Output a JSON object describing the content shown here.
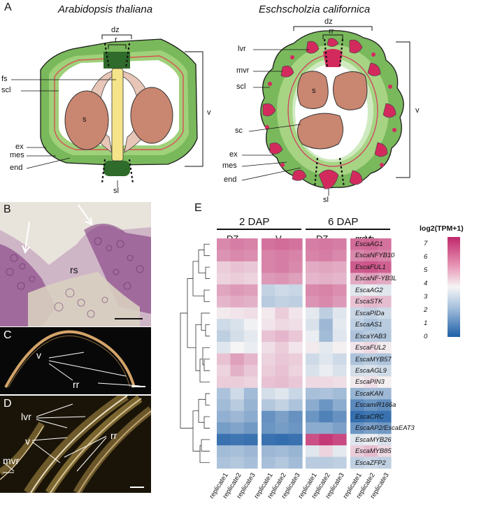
{
  "panel_labels": {
    "a": "A",
    "b": "B",
    "c": "C",
    "d": "D",
    "e": "E"
  },
  "panelA": {
    "species_left": "Arabidopsis thaliana",
    "species_right": "Eschscholzia californica",
    "left_labels": {
      "dz": "dz",
      "r": "r",
      "fs": "fs",
      "scl": "scl",
      "s": "s",
      "ex": "ex",
      "mes": "mes",
      "end": "end",
      "sl": "sl",
      "v": "v"
    },
    "right_labels": {
      "dz": "dz",
      "rr": "rr",
      "lvr": "lvr",
      "mvr": "mvr",
      "scl": "scl",
      "s": "s",
      "sc": "sc",
      "ex": "ex",
      "mes": "mes",
      "end": "end",
      "sl": "sl",
      "v": "v"
    }
  },
  "panelB": {
    "rs": "rs"
  },
  "panelC": {
    "v": "v",
    "rr": "rr"
  },
  "panelD": {
    "lvr": "lvr",
    "v": "v",
    "mvr": "mvr",
    "rr": "rr"
  },
  "heatmap": {
    "stage_labels": [
      "2 DAP",
      "6 DAP"
    ],
    "group_header": "group",
    "tissue_labels": [
      "DZ",
      "V",
      "DZ",
      "V"
    ],
    "legend_title": "log2(TPM+1)",
    "legend_ticks": [
      "7",
      "6",
      "5",
      "4",
      "3",
      "2",
      "1",
      "0"
    ],
    "colors": {
      "high": "#c0286b",
      "mid": "#f5f5f5",
      "low": "#1e5fa6"
    }
  },
  "chart_data": {
    "type": "heatmap",
    "value_label": "log2(TPM+1)",
    "range": [
      0,
      7.5
    ],
    "columns": [
      "2 DAP DZ replicate1",
      "2 DAP DZ replicate2",
      "2 DAP DZ replicate3",
      "2 DAP V replicate1",
      "2 DAP V replicate2",
      "2 DAP V replicate3",
      "6 DAP DZ replicate1",
      "6 DAP DZ replicate2",
      "6 DAP DZ replicate3",
      "6 DAP V replicate1",
      "6 DAP V replicate2",
      "6 DAP V replicate3"
    ],
    "column_labels": [
      "replicate1",
      "replicate2",
      "replicate3",
      "replicate1",
      "replicate2",
      "replicate3",
      "replicate1",
      "replicate2",
      "replicate3",
      "replicate1",
      "replicate2",
      "replicate3"
    ],
    "rows": [
      "EscaAG1",
      "EscaNFYB10",
      "EscaFUL1",
      "EscaNF-YB3L",
      "EscaAG2",
      "EscaSTK",
      "EscaPIDa",
      "EscaAS1",
      "EscaYAB3",
      "EscaFUL2",
      "EscaMYB57",
      "EscaAGL9",
      "EscaPIN3",
      "EscaKAN",
      "EscamiR166a",
      "EscaCRC",
      "EscaAP2/EscaEAT3",
      "EscaMYB26",
      "EscaMYB85",
      "EscaZFP2"
    ],
    "values": [
      [
        5.8,
        6.0,
        5.9,
        6.2,
        6.3,
        6.2,
        6.0,
        6.1,
        6.0,
        6.3,
        6.4,
        6.2
      ],
      [
        5.6,
        5.8,
        5.7,
        5.9,
        6.0,
        5.9,
        5.9,
        6.0,
        5.8,
        5.8,
        6.0,
        5.9
      ],
      [
        4.6,
        4.8,
        4.7,
        5.9,
        6.0,
        5.8,
        5.2,
        5.3,
        5.2,
        6.6,
        6.7,
        6.5
      ],
      [
        4.5,
        4.6,
        4.5,
        5.5,
        5.6,
        5.4,
        5.0,
        5.1,
        5.0,
        5.2,
        5.4,
        5.2
      ],
      [
        5.3,
        5.5,
        5.4,
        3.0,
        3.2,
        3.1,
        5.8,
        5.9,
        5.7,
        3.5,
        3.7,
        3.5
      ],
      [
        5.0,
        5.2,
        5.1,
        2.8,
        3.0,
        2.9,
        5.6,
        5.8,
        5.5,
        4.8,
        5.0,
        4.9
      ],
      [
        4.1,
        4.2,
        4.3,
        4.1,
        4.6,
        4.2,
        3.6,
        2.9,
        3.5,
        3.1,
        3.0,
        3.2
      ],
      [
        3.2,
        3.4,
        3.8,
        4.2,
        4.4,
        4.3,
        3.4,
        2.3,
        3.6,
        2.9,
        2.6,
        2.8
      ],
      [
        2.9,
        3.3,
        3.6,
        4.8,
        5.0,
        4.7,
        3.7,
        2.4,
        3.5,
        2.6,
        2.8,
        2.7
      ],
      [
        3.5,
        3.9,
        3.7,
        4.3,
        4.6,
        4.2,
        4.1,
        3.6,
        4.0,
        4.2,
        4.4,
        4.1
      ],
      [
        4.8,
        5.4,
        5.0,
        4.5,
        4.7,
        4.6,
        3.2,
        3.5,
        3.2,
        2.6,
        2.8,
        2.6
      ],
      [
        4.5,
        5.1,
        4.7,
        4.6,
        4.8,
        4.5,
        3.4,
        3.7,
        3.4,
        3.3,
        3.4,
        3.2
      ],
      [
        4.6,
        4.6,
        4.5,
        4.8,
        4.9,
        4.7,
        4.4,
        4.4,
        4.3,
        4.1,
        4.3,
        4.0
      ],
      [
        2.6,
        3.2,
        2.4,
        3.3,
        3.5,
        3.1,
        2.5,
        2.6,
        2.4,
        2.2,
        2.4,
        2.3
      ],
      [
        2.4,
        2.8,
        2.2,
        2.7,
        3.0,
        2.6,
        2.0,
        1.4,
        2.0,
        1.1,
        1.4,
        1.2
      ],
      [
        2.1,
        2.3,
        2.0,
        1.3,
        1.7,
        1.3,
        1.4,
        0.9,
        1.3,
        0.4,
        0.6,
        0.5
      ],
      [
        1.6,
        1.8,
        1.5,
        1.4,
        1.6,
        1.4,
        2.0,
        2.0,
        1.7,
        1.4,
        1.7,
        1.5
      ],
      [
        0.5,
        0.6,
        0.5,
        0.5,
        0.4,
        0.5,
        6.8,
        7.2,
        6.9,
        3.5,
        3.7,
        3.4
      ],
      [
        2.4,
        2.5,
        2.3,
        2.3,
        2.4,
        2.2,
        3.5,
        4.5,
        3.6,
        4.6,
        4.9,
        4.4
      ],
      [
        2.6,
        2.7,
        2.5,
        2.5,
        2.7,
        2.4,
        2.8,
        2.8,
        2.9,
        2.9,
        3.1,
        2.9
      ]
    ]
  }
}
